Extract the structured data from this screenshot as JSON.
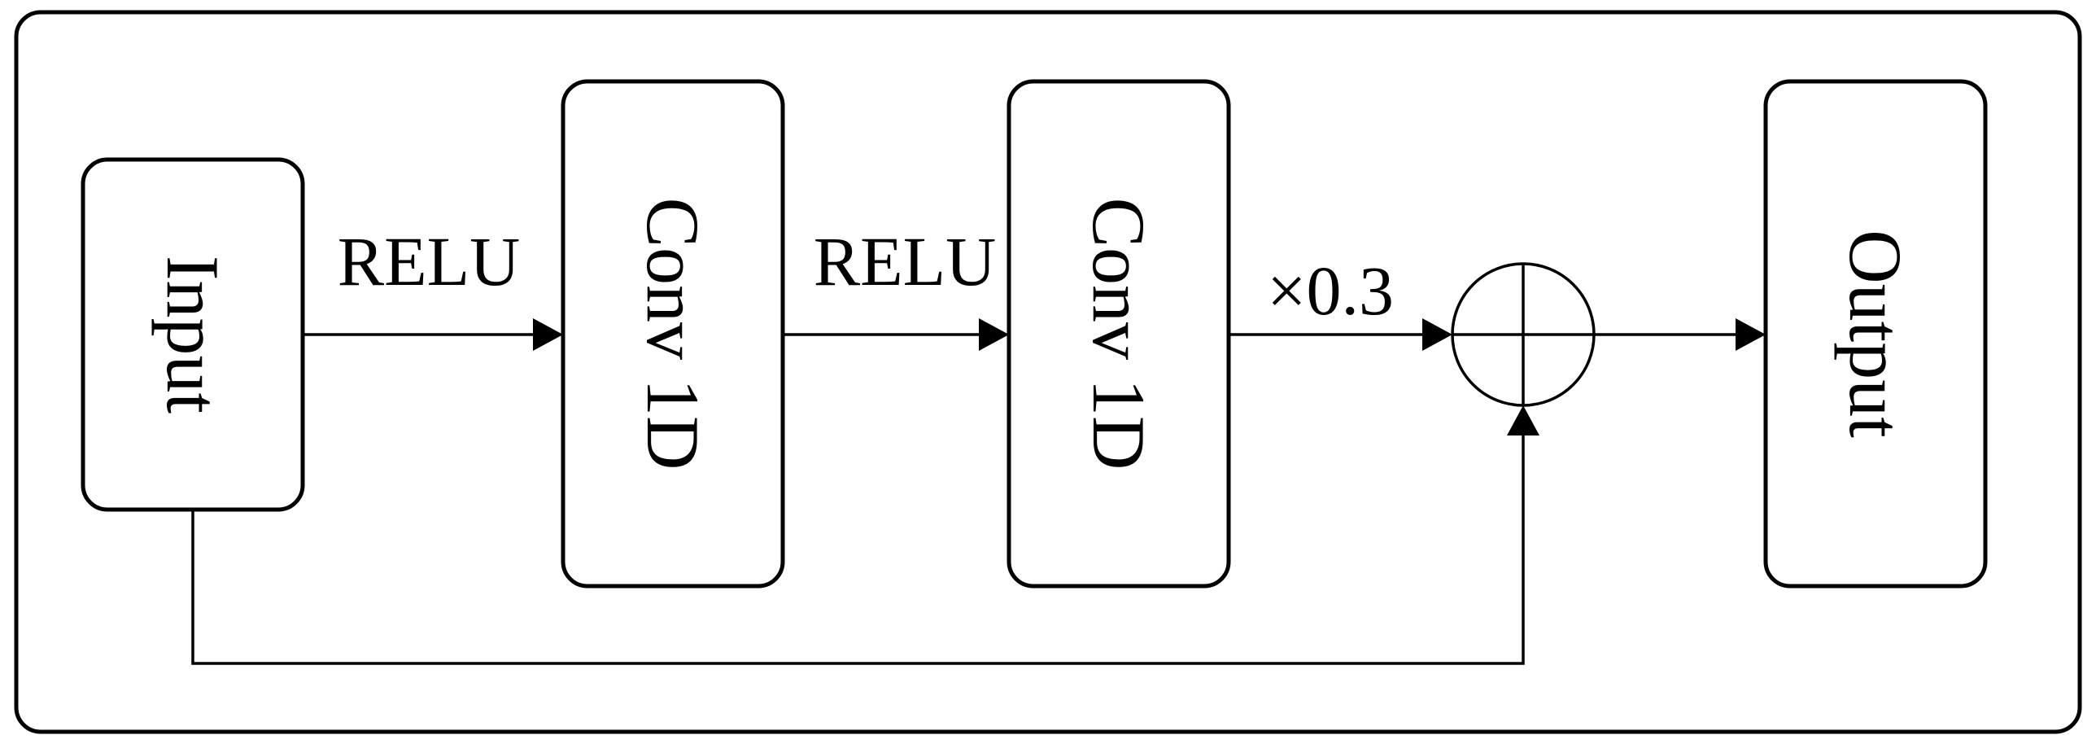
{
  "diagram": {
    "blocks": {
      "input": "Input",
      "conv1": "Conv 1D",
      "conv2": "Conv 1D",
      "output": "Output"
    },
    "edges": {
      "relu1": "RELU",
      "relu2": "RELU",
      "scale": "×0.3"
    },
    "sum_node": "⊕"
  }
}
